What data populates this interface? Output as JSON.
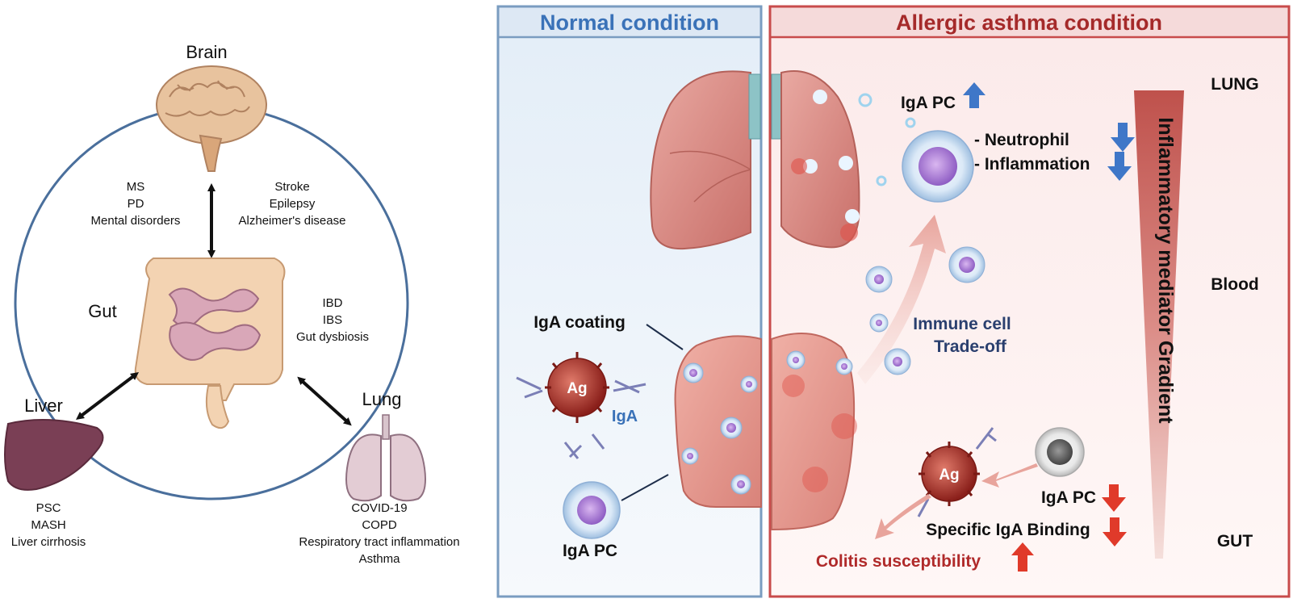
{
  "left_panel": {
    "brain": {
      "label": "Brain"
    },
    "gut": {
      "label": "Gut"
    },
    "liver": {
      "label": "Liver"
    },
    "lung": {
      "label": "Lung"
    },
    "brain_left_diseases": [
      "MS",
      "PD",
      "Mental disorders"
    ],
    "brain_right_diseases": [
      "Stroke",
      "Epilepsy",
      "Alzheimer's disease"
    ],
    "gut_diseases": [
      "IBD",
      "IBS",
      "Gut dysbiosis"
    ],
    "liver_diseases": [
      "PSC",
      "MASH",
      "Liver cirrhosis"
    ],
    "lung_diseases": [
      "COVID-19",
      "COPD",
      "Respiratory tract inflammation",
      "Asthma"
    ]
  },
  "normal_panel": {
    "title": "Normal condition",
    "iga_coating": "IgA coating",
    "ag_label": "Ag",
    "iga_label": "IgA",
    "iga_pc": "IgA PC"
  },
  "asthma_panel": {
    "title": "Allergic asthma condition",
    "iga_pc_up": "IgA PC",
    "neutrophil": "- Neutrophil",
    "inflammation": "- Inflammation",
    "trade_off_line1": "Immune cell",
    "trade_off_line2": "Trade-off",
    "ag_label": "Ag",
    "iga_pc_down": "IgA PC",
    "specific_binding": "Specific IgA Binding",
    "colitis": "Colitis susceptibility",
    "gradient_title": "Inflammatory mediator Gradient",
    "lung_level": "LUNG",
    "blood_level": "Blood",
    "gut_level": "GUT"
  },
  "colors": {
    "normal_border": "#7a9cc0",
    "normal_title": "#3a72b8",
    "asthma_border": "#c84b4b",
    "asthma_title": "#a52a2a",
    "arrow_blue": "#3f77c8",
    "arrow_red": "#e03a2a",
    "circle_line": "#4a6f9c",
    "tradeoff_text": "#2a3f6e",
    "colitis_text": "#b02a2a"
  }
}
